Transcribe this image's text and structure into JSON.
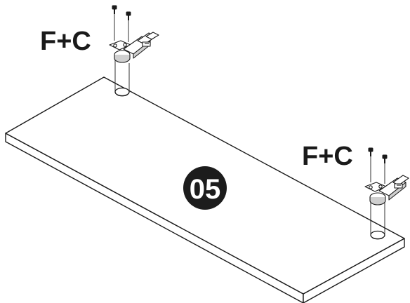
{
  "diagram": {
    "step_number": "05",
    "hardware_labels": [
      "F+C",
      "F+C"
    ],
    "colors": {
      "line": "#1a1a1a",
      "badge_fill": "#1c1c1c",
      "badge_text": "#ffffff",
      "panel_fill": "#ffffff",
      "hardware_shade": "#cfcfcf"
    },
    "icons": [
      "screw-icon",
      "hinge-icon"
    ]
  }
}
